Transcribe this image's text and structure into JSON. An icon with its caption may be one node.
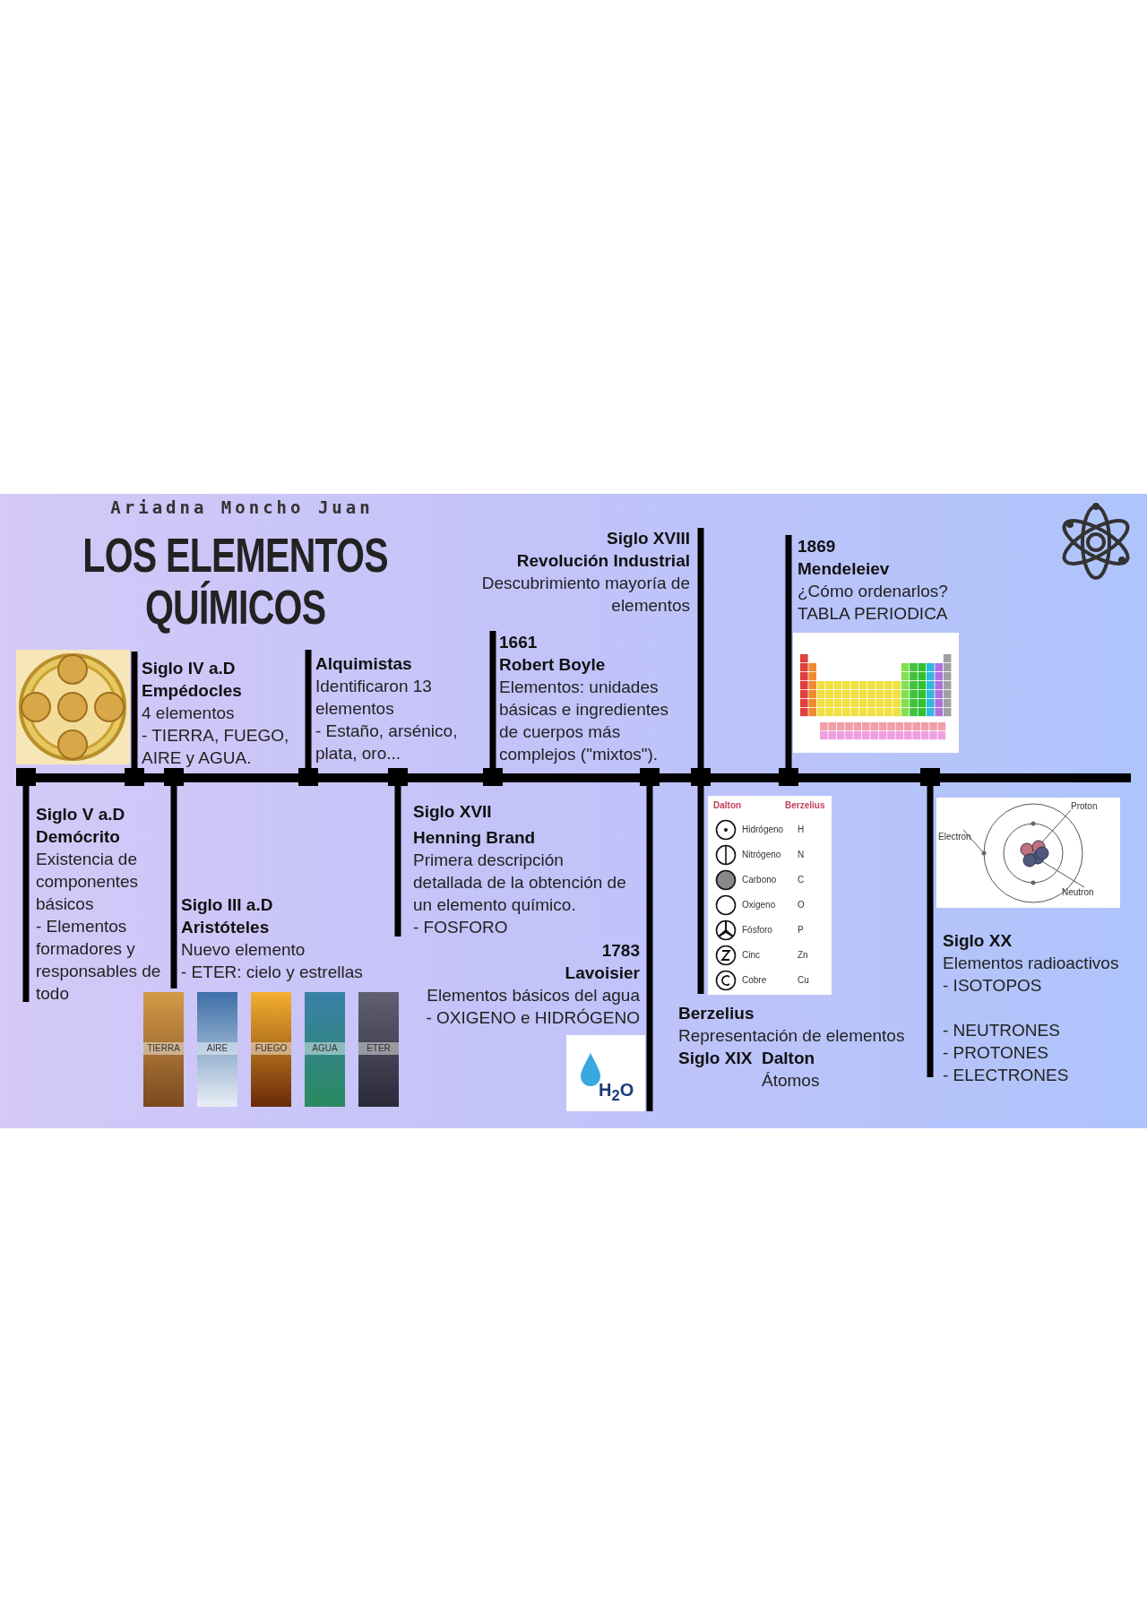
{
  "diagram": {
    "title": "LOS ELEMENTOS QUÍMICOS",
    "labels": [
      "Ariadna Moncho Juan",
      "Siglo IV a.D",
      "Empédocles",
      "4 elementos",
      "- TIERRA, FUEGO, AIRE y AGUA.",
      "Alquimistas",
      "Identificaron 13 elementos",
      "- Estaño, arsénico, plata, oro...",
      "1661",
      "Robert Boyle",
      "Elementos: unidades básicas e ingredientes de cuerpos más complejos (\"mixtos\").",
      "Siglo XVIII",
      "Revolución Industrial",
      "Descubrimiento mayoría de elementos",
      "1869",
      "Mendeleiev",
      "¿Cómo ordenarlos?",
      "TABLA PERIODICA",
      "Siglo V a.D",
      "Demócrito",
      "Existencia de componentes básicos",
      "- Elementos formadores y responsables de todo",
      "Siglo III a.D",
      "Aristóteles",
      "Nuevo elemento",
      "- ETER: cielo y estrellas",
      "Siglo XVII",
      "Henning Brand",
      "Primera descripción detallada de la obtención de un elemento químico.",
      "- FOSFORO",
      "1783",
      "Lavoisier",
      "Elementos básicos del agua",
      "- OXIGENO e HIDRÓGENO",
      "Berzelius",
      "Representación de elementos",
      "Siglo XIX",
      "Dalton",
      "Átomos",
      "Siglo XX",
      "Elementos radioactivos",
      "- ISOTOPOS",
      "- NEUTRONES",
      "- PROTONES",
      "- ELECTRONES",
      "TIERRA",
      "AIRE",
      "FUEGO",
      "AGUA",
      "ETER",
      "Dalton",
      "Berzelius",
      "Hidrógeno",
      "H",
      "Nitrógeno",
      "N",
      "Carbono",
      "C",
      "Oxigeno",
      "O",
      "Fósforo",
      "P",
      "Cinc",
      "Zn",
      "Cobre",
      "Cu",
      "Proton",
      "Electron",
      "Neutron",
      "H$_{2}$O"
    ]
  }
}
